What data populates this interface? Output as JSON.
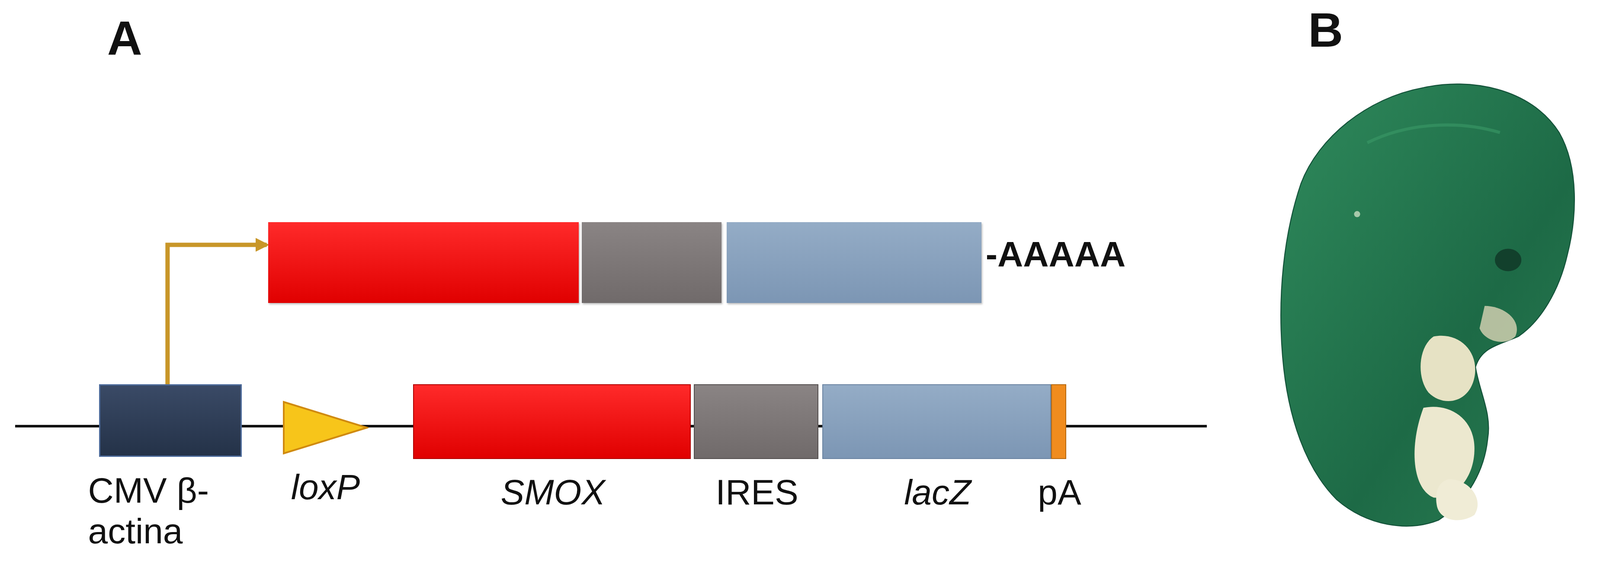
{
  "diagram": {
    "nodes": [
      {
        "text": [
          "CMV β-actina"
        ]
      },
      {
        "text": [
          "loxP"
        ]
      },
      {
        "text": [
          "SMOX"
        ]
      },
      {
        "text": [
          "IRES"
        ]
      },
      {
        "text": [
          "lacZ"
        ]
      },
      {
        "text": [
          "pA"
        ]
      },
      {
        "text": [
          "-AAAAA"
        ]
      }
    ],
    "edges": [
      {
        "from": 0,
        "to": 6,
        "arrow": "to"
      }
    ],
    "labels": [
      "A",
      "B"
    ]
  }
}
